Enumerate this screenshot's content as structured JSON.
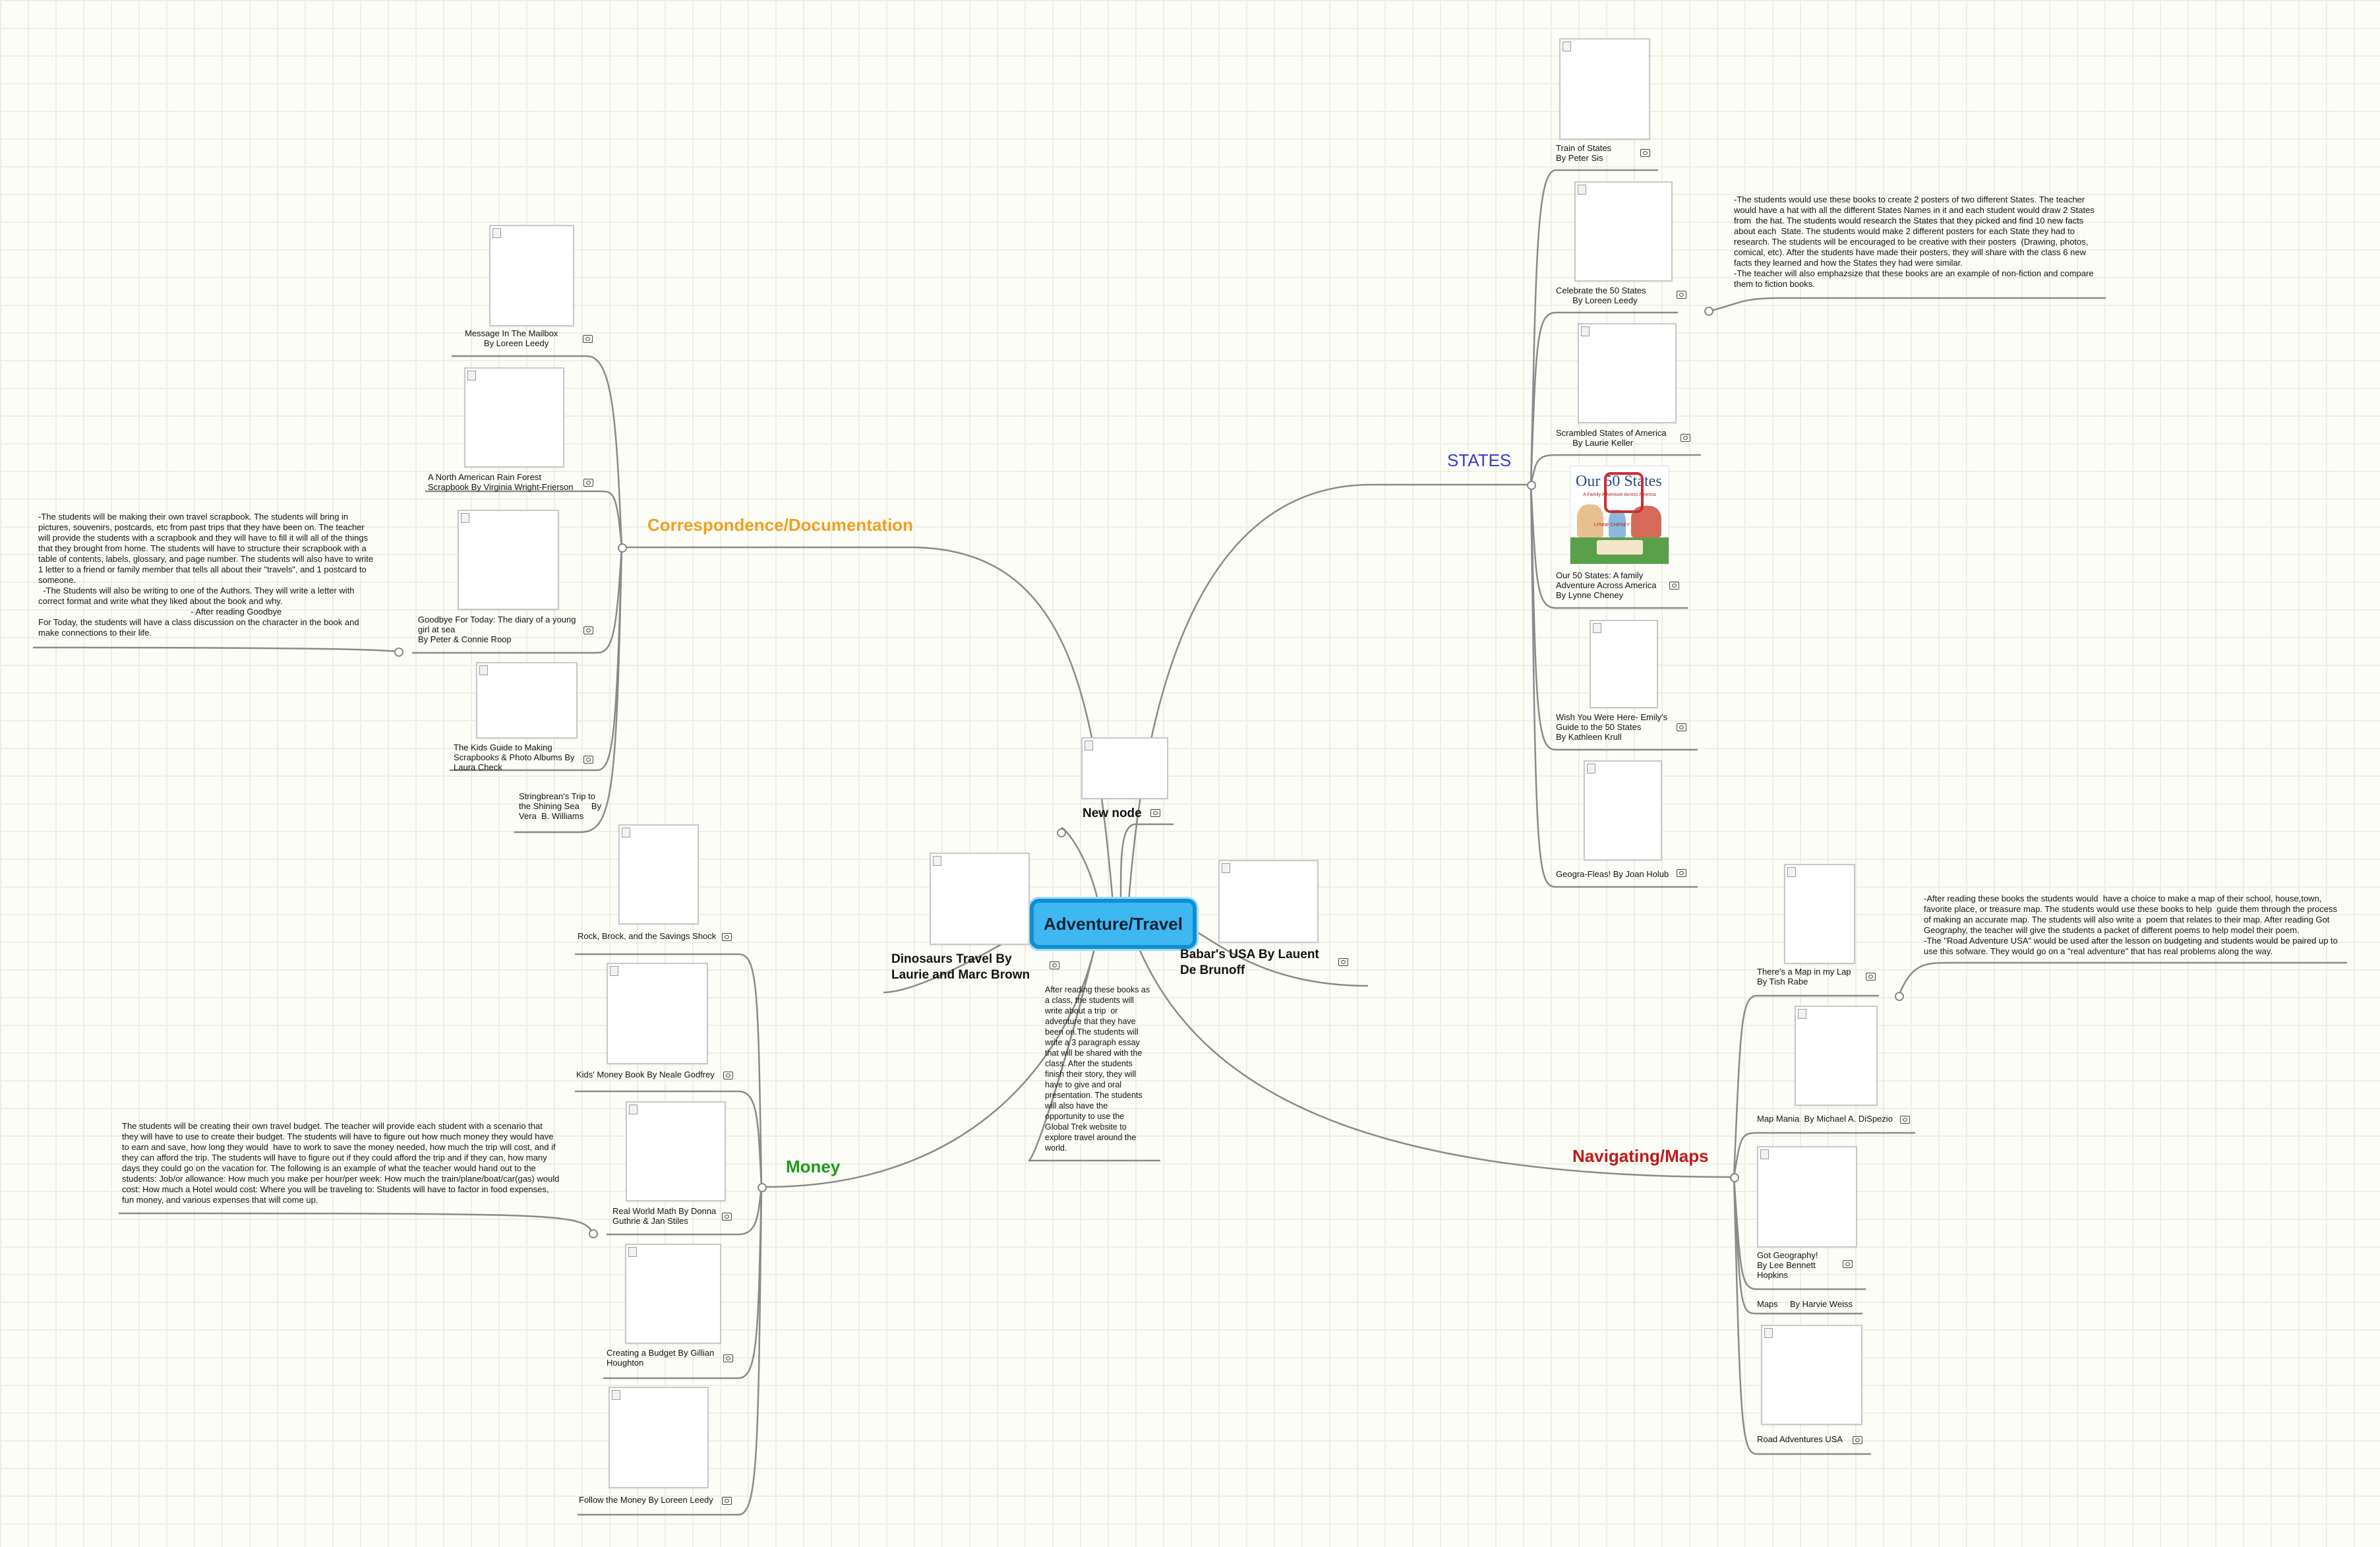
{
  "map": {
    "central": "Adventure/Travel",
    "central_note": "After reading these books as\na class, the students will\nwrite about a trip  or\nadventure that they have\nbeen on.The students will\nwrite a 3 paragraph essay\nthat will be shared with the\nclass. After the students\nfinish their story, they will\nhave to give and oral\npresentation. The students\nwill also have the\nopportunity to use the\nGlobal Trek website to\nexplore travel around the\nworld.",
    "branches": {
      "correspondence": {
        "label": "Correspondence/Documentation",
        "color": "#f0a020",
        "books": [
          "Message In The Mailbox\n        By Loreen Leedy",
          "A North American Rain Forest\nScrapbook By Virginia Wright-Frierson",
          "Goodbye For Today: The diary of a young\ngirl at sea\nBy Peter & Connie Roop",
          "The Kids Guide to Making\nScrapbooks & Photo Albums By\nLaura Check",
          "Stringbrean's Trip to\nthe Shining Sea     By\nVera  B. Williams"
        ],
        "note": "-The students will be making their own travel scrapbook. The students will bring in\npictures, souvenirs, postcards, etc from past trips that they have been on. The teacher\nwill provide the students with a scrapbook and they will have to fill it will all of the things\nthat they brought from home. The students will have to structure their scrapbook with a\ntable of contents, labels, glossary, and page number. The students will also have to write\n1 letter to a friend or family member that tells all about their \"travels\", and 1 postcard to\nsomeone.\n  -The Students will also be writing to one of the Authors. They will write a letter with\ncorrect format and write what they liked about the book and why.\n                                                                - After reading Goodbye\nFor Today, the students will have a class discussion on the character in the book and\nmake connections to their life."
      },
      "states": {
        "label": "STATES",
        "color": "#3a3ad0",
        "books": [
          "Train of States\nBy Peter Sis",
          "Celebrate the 50 States\n       By Loreen Leedy",
          "Scrambled States of America\n       By Laurie Keller",
          "Our 50 States: A family\nAdventure Across America\nBy Lynne Cheney",
          "Wish You Were Here- Emily's\nGuide to the 50 States\nBy Kathleen Krull",
          "Geogra-Fleas! By Joan Holub"
        ],
        "cover_title": "Our 50 States",
        "cover_subtitle": "A Family Adventure Across America",
        "cover_author": "LYNNE CHENEY",
        "note": "-The students would use these books to create 2 posters of two different States. The teacher\nwould have a hat with all the different States Names in it and each student would draw 2 States\nfrom  the hat. The students would research the States that they picked and find 10 new facts\nabout each  State. The students would make 2 different posters for each State they had to\nresearch. The students will be encouraged to be creative with their posters  (Drawing, photos,\ncomical, etc). After the students have made their posters, they will share with the class 6 new\nfacts they learned and how the States they had were similar.\n-The teacher will also emphazsize that these books are an example of non-fiction and compare\nthem to fiction books."
      },
      "money": {
        "label": "Money",
        "color": "#1c9a1c",
        "books": [
          "Rock, Brock, and the Savings Shock",
          "Kids' Money Book By Neale Godfrey",
          "Real World Math By Donna\nGuthrie & Jan Stiles",
          "Creating a Budget By Gillian\nHoughton",
          "Follow the Money By Loreen Leedy"
        ],
        "note": "The students will be creating their own travel budget. The teacher will provide each student with a scenario that\nthey will have to use to create their budget. The students will have to figure out how much money they would have\nto earn and save, how long they would  have to work to save the money needed, how much the trip will cost, and if\nthey can afford the trip. The students will have to figure out if they could afford the trip and if they can, how many\ndays they could go on the vacation for. The following is an example of what the teacher would hand out to the\nstudents: Job/or allowance: How much you make per hour/per week: How much the train/plane/boat/car(gas) would\ncost: How much a Hotel would cost: Where you will be traveling to: Students will have to factor in food expenses,\nfun money, and various expenses that will come up."
      },
      "maps": {
        "label": "Navigating/Maps",
        "color": "#c01818",
        "books": [
          "There's a Map in my Lap\nBy Tish Rabe",
          "Map Mania  By Michael A. DiSpezio",
          "Got Geography!\nBy Lee Bennett\nHopkins",
          "Maps     By Harvie Weiss",
          "Road Adventures USA"
        ],
        "note": "-After reading these books the students would  have a choice to make a map of their school, house,town,\nfavorite place, or treasure map. The students would use these books to help  guide them through the process\nof making an accurate map. The students will also write a  poem that relates to their map. After reading Got\nGeography, the teacher will give the students a packet of different poems to help model their poem.\n-The \"Road Adventure USA\" would be used after the lesson on budgeting and students would be paired up to\nuse this sofware. They would go on a \"real adventure\" that has real problems along the way."
      },
      "direct": {
        "new_node": "New node",
        "dinosaurs": "Dinosaurs Travel By Laurie and Marc Brown",
        "babar": "Babar's USA By Lauent De Brunoff"
      }
    },
    "icons": {
      "attachment": "image-attachment-icon",
      "collapse": "collapse-toggle-icon"
    }
  }
}
